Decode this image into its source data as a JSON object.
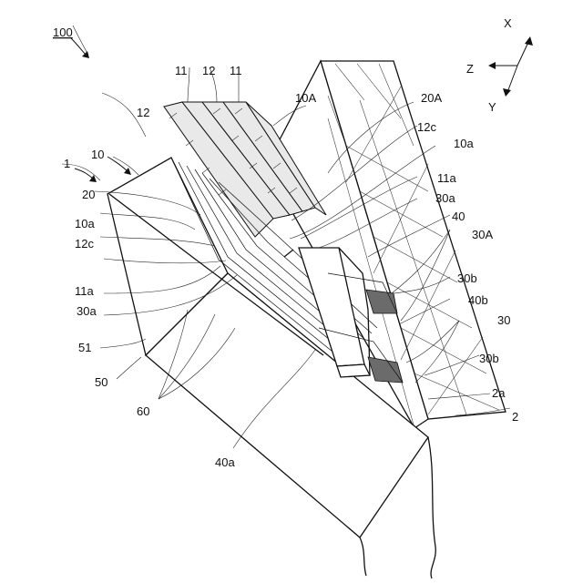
{
  "labels": {
    "fig_ref": "100",
    "axis_x": "X",
    "axis_y": "Y",
    "axis_z": "Z",
    "l_1": "1",
    "l_10": "10",
    "l_10A": "10A",
    "l_10a_left": "10a",
    "l_10a_right": "10a",
    "l_11_a": "11",
    "l_11_b": "11",
    "l_11a_left": "11a",
    "l_11a_right": "11a",
    "l_12_left": "12",
    "l_12_top": "12",
    "l_12c_left": "12c",
    "l_12c_right": "12c",
    "l_20": "20",
    "l_20A": "20A",
    "l_30": "30",
    "l_30A": "30A",
    "l_30a_left": "30a",
    "l_30a_right": "30a",
    "l_30b_a": "30b",
    "l_30b_b": "30b",
    "l_40": "40",
    "l_40a": "40a",
    "l_40b": "40b",
    "l_50": "50",
    "l_51": "51",
    "l_60": "60",
    "l_2": "2",
    "l_2a": "2a"
  },
  "colors": {
    "line": "#111111",
    "plate_fill": "#e9e9e9",
    "terminal_fill": "#6b6b6b",
    "background": "#ffffff"
  }
}
